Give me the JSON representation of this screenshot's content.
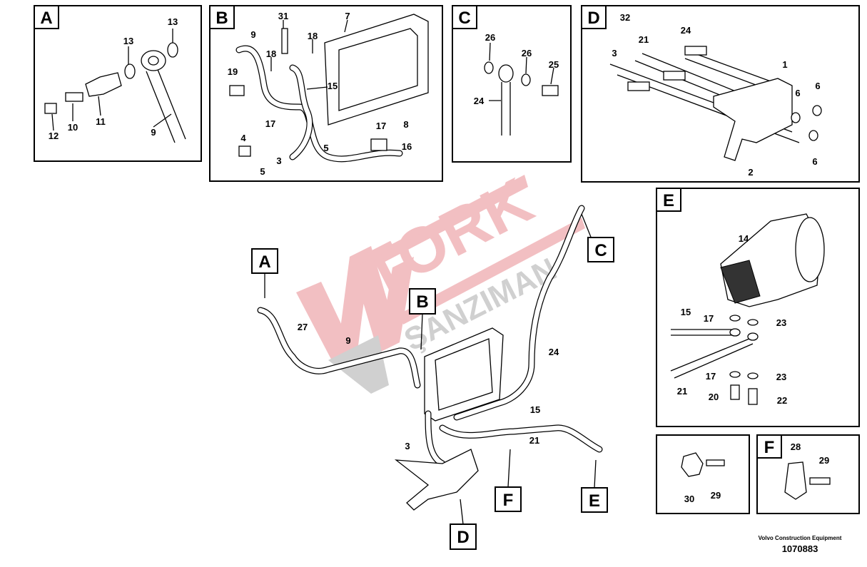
{
  "panels": {
    "A": {
      "label": "A",
      "callouts": [
        "13",
        "13",
        "12",
        "10",
        "11",
        "9"
      ]
    },
    "B": {
      "label": "B",
      "callouts": [
        "31",
        "7",
        "9",
        "18",
        "18",
        "19",
        "15",
        "17",
        "5",
        "17",
        "8",
        "4",
        "16",
        "5",
        "3"
      ]
    },
    "C": {
      "label": "C",
      "callouts": [
        "26",
        "26",
        "25",
        "24"
      ]
    },
    "D": {
      "label": "D",
      "callouts": [
        "32",
        "24",
        "21",
        "3",
        "1",
        "6",
        "6",
        "6",
        "2"
      ]
    },
    "E": {
      "label": "E",
      "callouts": [
        "14",
        "15",
        "17",
        "23",
        "21",
        "17",
        "23",
        "20",
        "22"
      ]
    },
    "G": {
      "callouts": [
        "30",
        "29"
      ]
    },
    "F": {
      "label": "F",
      "callouts": [
        "28",
        "29"
      ]
    }
  },
  "main": {
    "view_labels": [
      "A",
      "B",
      "C",
      "D",
      "E",
      "F"
    ],
    "callouts": [
      "27",
      "9",
      "24",
      "15",
      "3",
      "21"
    ]
  },
  "watermark": {
    "brand": "TORK",
    "sub": "ŞANZIMAN"
  },
  "footer": {
    "company": "Volvo Construction Equipment",
    "drawing_id": "1070883"
  },
  "colors": {
    "watermark_red": "#f0b4b8",
    "watermark_gray": "#c8c8c8"
  }
}
